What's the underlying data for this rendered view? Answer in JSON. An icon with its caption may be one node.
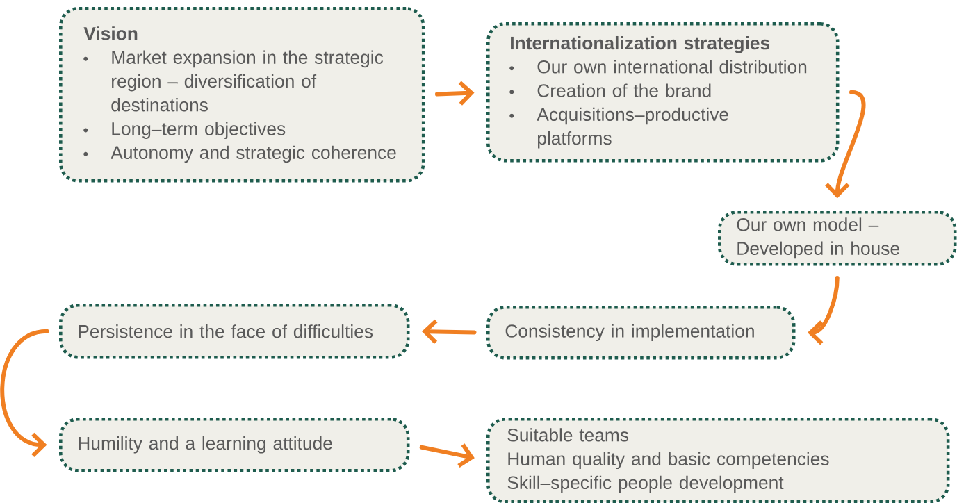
{
  "diagram": {
    "nodes": [
      {
        "text": [
          "Vision",
          "Market expansion in the strategic region – diversification of destinations",
          "Long–term objectives",
          "Autonomy and strategic coherence"
        ]
      },
      {
        "text": [
          "Internationalization strategies",
          "Our own international distribution",
          "Creation of the brand",
          "Acquisitions–productive platforms"
        ]
      },
      {
        "text": [
          "Our own model – Developed in house"
        ]
      },
      {
        "text": [
          "Consistency in implementation"
        ]
      },
      {
        "text": [
          "Persistence in the face of difficulties"
        ]
      },
      {
        "text": [
          "Humility and a learning attitude"
        ]
      },
      {
        "text": [
          "Suitable teams",
          "Human quality and basic competencies",
          "Skill–specific people development"
        ]
      }
    ],
    "edges": [
      {
        "from": 0,
        "to": 1,
        "arrow": "to"
      },
      {
        "from": 1,
        "to": 2,
        "arrow": "to"
      },
      {
        "from": 2,
        "to": 3,
        "arrow": "to"
      },
      {
        "from": 3,
        "to": 4,
        "arrow": "to"
      },
      {
        "from": 4,
        "to": 5,
        "arrow": "to"
      },
      {
        "from": 5,
        "to": 6,
        "arrow": "to"
      }
    ]
  }
}
